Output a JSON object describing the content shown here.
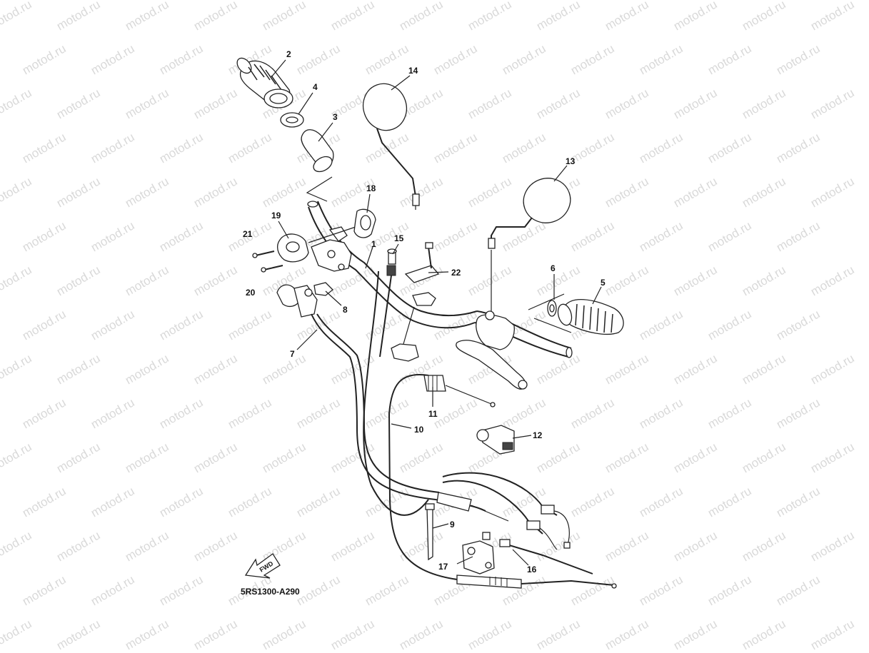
{
  "diagram": {
    "watermark_text": "motod.ru",
    "diagram_code": "5RS1300-A290",
    "fwd_label": "FWD",
    "callouts": [
      {
        "id": "c1",
        "label": "1"
      },
      {
        "id": "c2",
        "label": "2"
      },
      {
        "id": "c3",
        "label": "3"
      },
      {
        "id": "c4",
        "label": "4"
      },
      {
        "id": "c5",
        "label": "5"
      },
      {
        "id": "c6",
        "label": "6"
      },
      {
        "id": "c7",
        "label": "7"
      },
      {
        "id": "c8",
        "label": "8"
      },
      {
        "id": "c9",
        "label": "9"
      },
      {
        "id": "c10",
        "label": "10"
      },
      {
        "id": "c11",
        "label": "11"
      },
      {
        "id": "c12",
        "label": "12"
      },
      {
        "id": "c13",
        "label": "13"
      },
      {
        "id": "c14",
        "label": "14"
      },
      {
        "id": "c15",
        "label": "15"
      },
      {
        "id": "c16",
        "label": "16"
      },
      {
        "id": "c17",
        "label": "17"
      },
      {
        "id": "c18",
        "label": "18"
      },
      {
        "id": "c19",
        "label": "19"
      },
      {
        "id": "c20",
        "label": "20"
      },
      {
        "id": "c21",
        "label": "21"
      },
      {
        "id": "c22",
        "label": "22"
      }
    ]
  }
}
